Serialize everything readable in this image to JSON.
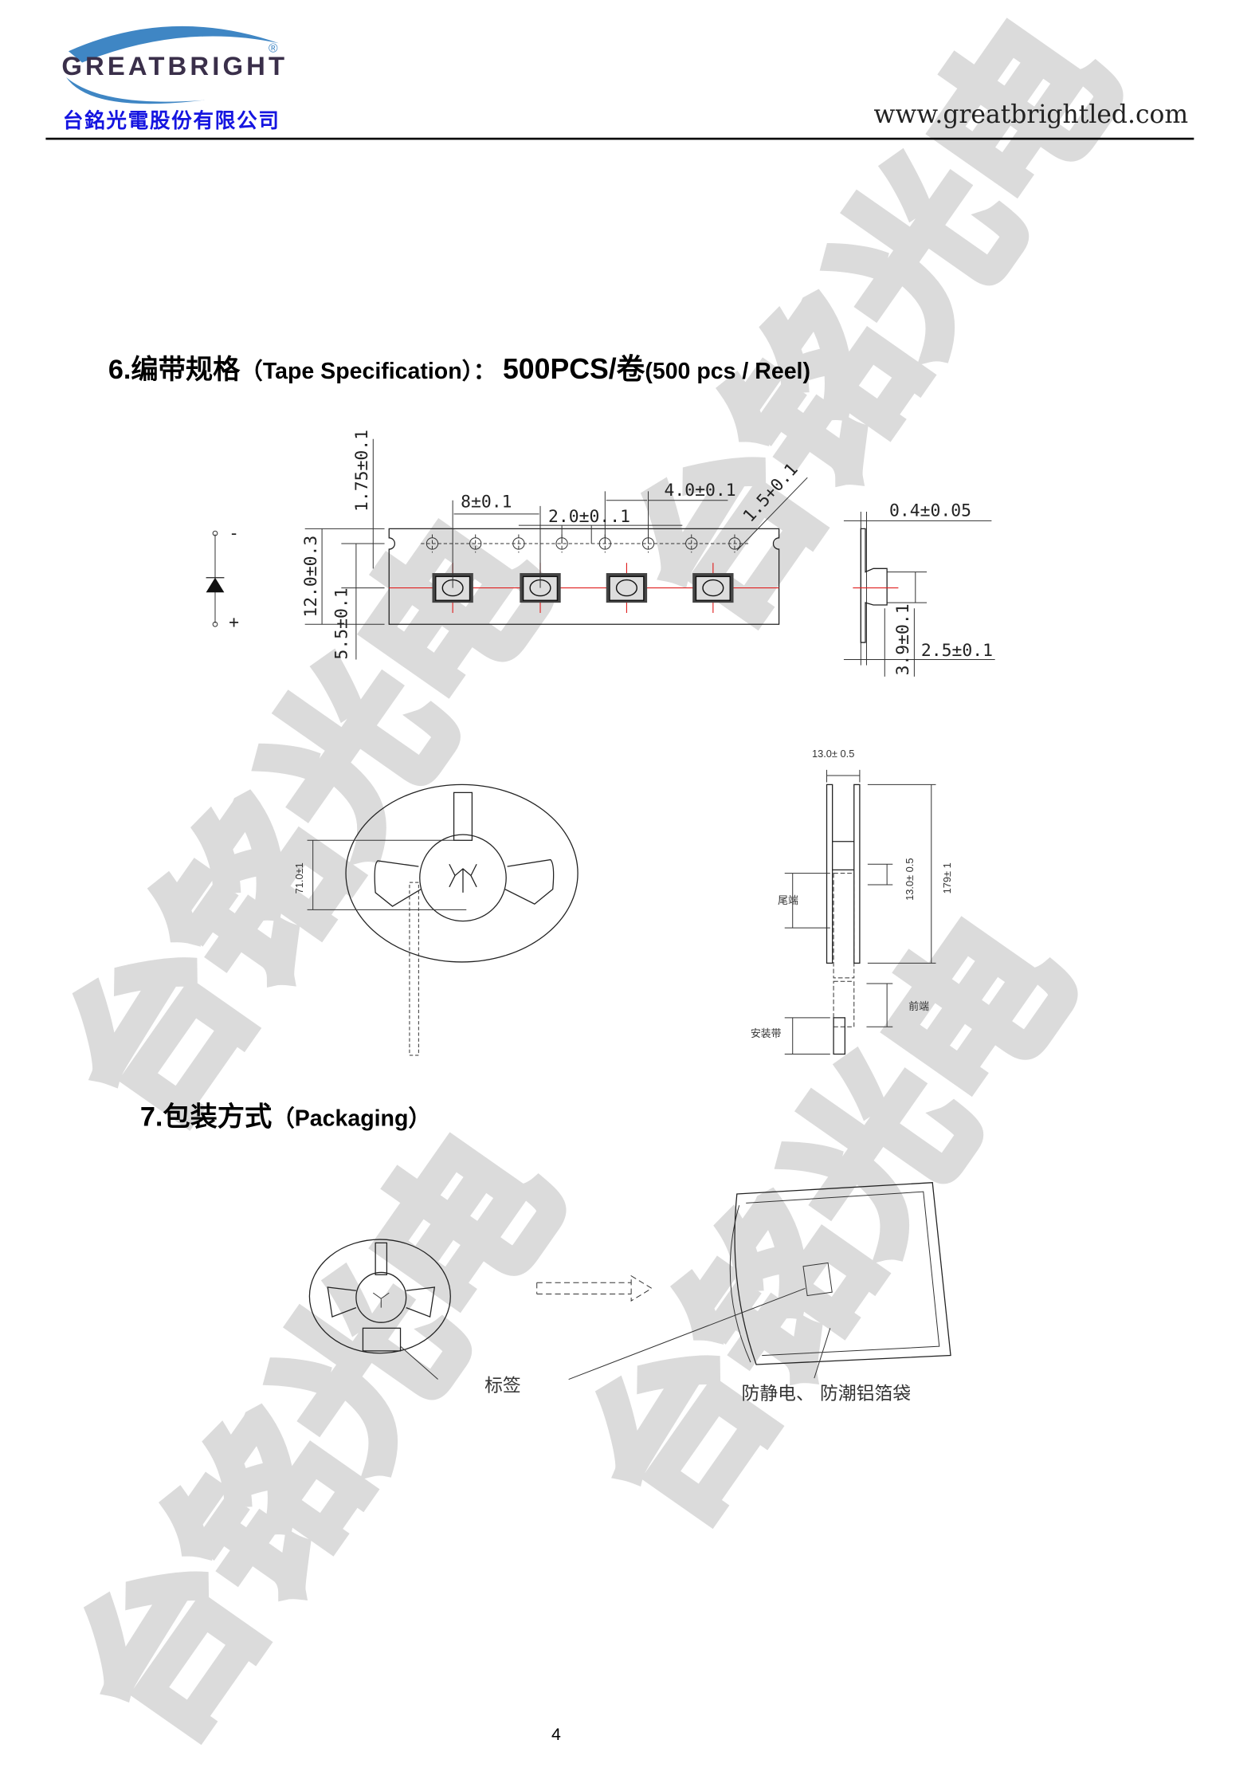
{
  "header": {
    "logo_text": "GREATBRIGHT",
    "logo_registered": "®",
    "company_name": "台銘光電股份有限公司",
    "website": "www.greatbrightled.com"
  },
  "watermark": "台铭光电",
  "section6": {
    "title_cn": "6.编带规格",
    "title_en": "（Tape Specification）：",
    "qty_cn": "500PCS/卷",
    "qty_en": "(500 pcs / Reel)"
  },
  "tape_dims": {
    "d1": "1.75±0.1",
    "d2": "8±0.1",
    "d3": "2.0±0..1",
    "d4": "4.0±0.1",
    "d5": "1.5+0.1",
    "d6": "12.0±0.3",
    "d7": "5.5±0.1",
    "d8": "0.4±0.05",
    "d9": "3.9±0.1",
    "d10": "2.5±0.1",
    "minus": "-",
    "plus": "+"
  },
  "reel_dims": {
    "hub": "71.0±1",
    "width": "13.0± 0.5",
    "inner": "13.0± 0.5",
    "diameter": "179± 1",
    "tail": "尾端",
    "front": "前端",
    "leader": "安装带"
  },
  "section7": {
    "title_cn": "7.包装方式",
    "title_en": "（Packaging）",
    "label_tag": "标签",
    "bag_label": "防静电、 防潮铝箔袋"
  },
  "page_number": "4"
}
